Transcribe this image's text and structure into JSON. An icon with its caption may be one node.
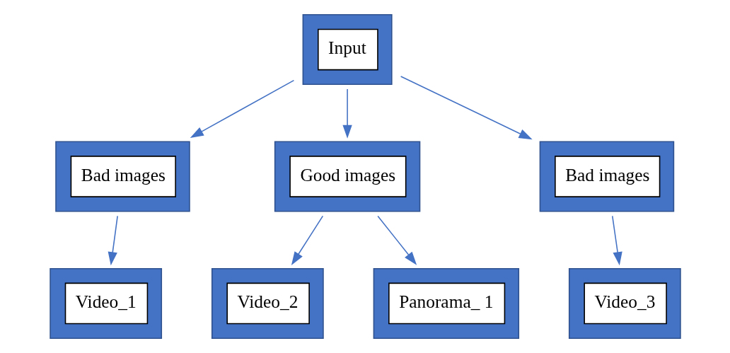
{
  "diagram": {
    "nodes": [
      {
        "text": [
          "Input"
        ]
      },
      {
        "text": [
          "Bad images"
        ]
      },
      {
        "text": [
          "Good images"
        ]
      },
      {
        "text": [
          "Bad images"
        ]
      },
      {
        "text": [
          "Video_1"
        ]
      },
      {
        "text": [
          "Video_2"
        ]
      },
      {
        "text": [
          "Panorama_ 1"
        ]
      },
      {
        "text": [
          "Video_3"
        ]
      }
    ],
    "edges": [
      {
        "from": 0,
        "to": 1,
        "arrow": "to"
      },
      {
        "from": 0,
        "to": 2,
        "arrow": "to"
      },
      {
        "from": 0,
        "to": 3,
        "arrow": "to"
      },
      {
        "from": 1,
        "to": 4,
        "arrow": "to"
      },
      {
        "from": 2,
        "to": 5,
        "arrow": "to"
      },
      {
        "from": 2,
        "to": 6,
        "arrow": "to"
      },
      {
        "from": 3,
        "to": 7,
        "arrow": "to"
      }
    ]
  }
}
